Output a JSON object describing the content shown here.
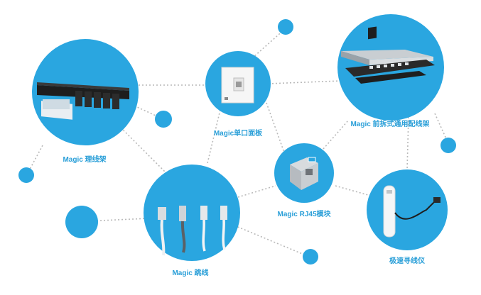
{
  "colors": {
    "node": "#2aa6e0",
    "line": "#b9b9b9",
    "label": "#2a9fd8"
  },
  "nodes": {
    "patch_panel": {
      "label": "Magic  理线架"
    },
    "wall_plate": {
      "label": "Magic单口面板"
    },
    "front_rack": {
      "label": "Magic 前拆式通用配线架"
    },
    "rj45": {
      "label": "Magic RJ45模块"
    },
    "patch_cord": {
      "label": "Magic  跳线"
    },
    "tracer": {
      "label": "极速寻线仪"
    }
  }
}
